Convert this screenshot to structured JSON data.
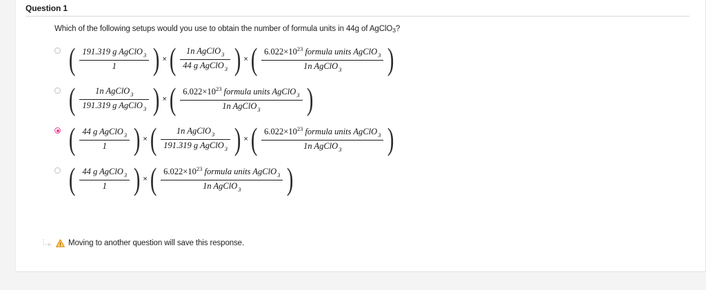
{
  "card": {
    "question_label": "Question 1",
    "question_text_pre": "Which of the following setups would you use to obtain the number of formula units in 44g of AgClO",
    "question_text_sub": "3",
    "question_text_post": "?"
  },
  "options": [
    {
      "id": "option-a",
      "selected": false,
      "terms": [
        {
          "numerator": "191.319 g AgClO",
          "numerator_sub": "3",
          "denominator": "1",
          "denominator_sub": ""
        },
        {
          "numerator": "1n  AgClO",
          "numerator_sub": "3",
          "denominator": "44 g  AgClO",
          "denominator_sub": "3"
        },
        {
          "numerator": "6.022",
          "numerator_times": "×",
          "numerator_base": "10",
          "numerator_exp": "23",
          "numerator_rest": "formula units AgClO",
          "numerator_sub": "3",
          "denominator": "1n  AgClO",
          "denominator_sub": "3"
        }
      ]
    },
    {
      "id": "option-b",
      "selected": false,
      "terms": [
        {
          "numerator": "1n  AgClO",
          "numerator_sub": "3",
          "denominator": "191.319 g  AgClO",
          "denominator_sub": "3"
        },
        {
          "numerator": "6.022",
          "numerator_times": "×",
          "numerator_base": "10",
          "numerator_exp": "23",
          "numerator_rest": "formula units AgClO",
          "numerator_sub": "3",
          "denominator": "1n  AgClO",
          "denominator_sub": "3"
        }
      ]
    },
    {
      "id": "option-c",
      "selected": true,
      "terms": [
        {
          "numerator": "44 g AgClO",
          "numerator_sub": "3",
          "denominator": "1",
          "denominator_sub": ""
        },
        {
          "numerator": "1n  AgClO",
          "numerator_sub": "3",
          "denominator": "191.319 g  AgClO",
          "denominator_sub": "3"
        },
        {
          "numerator": "6.022",
          "numerator_times": "×",
          "numerator_base": "10",
          "numerator_exp": "23",
          "numerator_rest": "formula units AgClO",
          "numerator_sub": "3",
          "denominator": "1n  AgClO",
          "denominator_sub": "3"
        }
      ]
    },
    {
      "id": "option-d",
      "selected": false,
      "terms": [
        {
          "numerator": "44 g AgClO",
          "numerator_sub": "3",
          "denominator": "1",
          "denominator_sub": ""
        },
        {
          "numerator": "6.022",
          "numerator_times": "×",
          "numerator_base": "10",
          "numerator_exp": "23",
          "numerator_rest": "formula units AgClO",
          "numerator_sub": "3",
          "denominator": "1n  AgClO",
          "denominator_sub": "3"
        }
      ]
    }
  ],
  "footer": {
    "message": "Moving to another question will save this response.",
    "arrow_icon": "move-arrow-icon",
    "warning_icon": "warning-triangle-icon"
  },
  "colors": {
    "selected_radio": "#e8398b",
    "warning": "#f5a623",
    "page_background": "#f4f4f4",
    "card_background": "#ffffff"
  },
  "symbols": {
    "multiply": "×",
    "paren_open": "(",
    "paren_close": ")"
  }
}
